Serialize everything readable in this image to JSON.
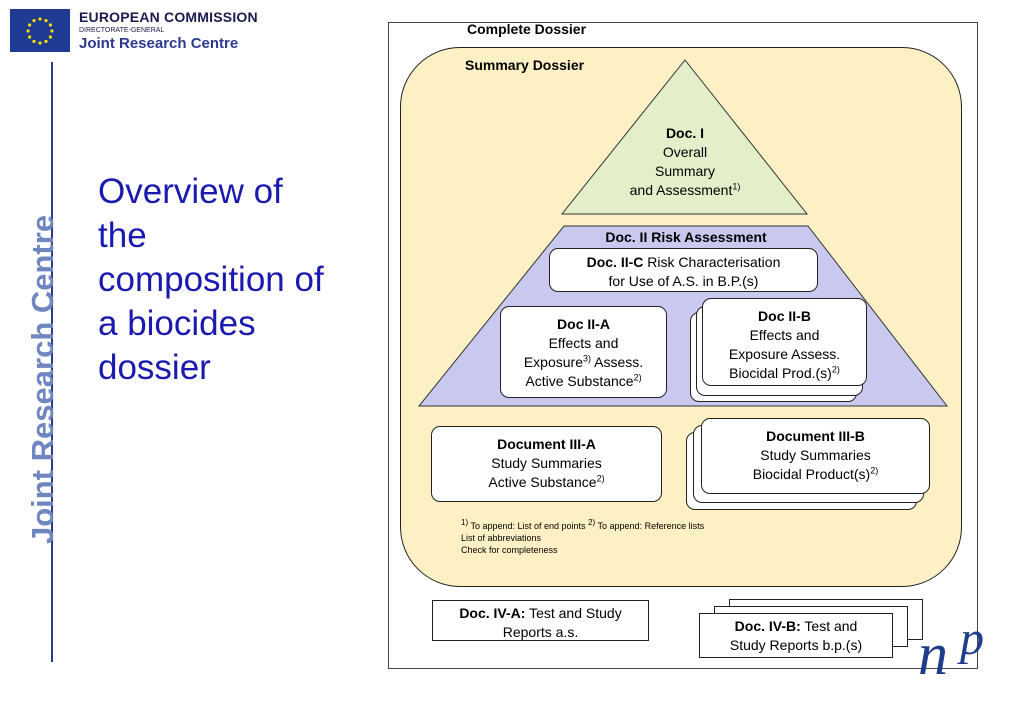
{
  "header": {
    "org": "EUROPEAN COMMISSION",
    "directorate": "DIRECTORATE-GENERAL",
    "centre": "Joint Research Centre"
  },
  "sidebar": {
    "vertical_text": "Joint Research Centre"
  },
  "slide_title": "Overview of the composition of a biocides dossier",
  "diagram": {
    "complete_dossier": "Complete Dossier",
    "summary_dossier": "Summary Dossier",
    "doc_i": {
      "title": "Doc. I",
      "line1": "Overall",
      "line2": "Summary",
      "line3": "and Assessment",
      "sup": "1)"
    },
    "doc_ii_title": "Doc. II Risk Assessment",
    "doc_ii_c": {
      "bold": "Doc. II-C",
      "rest": " Risk Characterisation",
      "line2": "for Use of A.S. in B.P.(s)"
    },
    "doc_ii_a": {
      "title": "Doc II-A",
      "line1": "Effects and",
      "line2a": "Exposure",
      "sup2": "3)",
      "line2b": " Assess.",
      "line3": "Active Substance",
      "sup3": "2)"
    },
    "doc_ii_b": {
      "title": "Doc II-B",
      "line1": "Effects and",
      "line2": "Exposure Assess.",
      "line3": "Biocidal Prod.(s)",
      "sup3": "2)"
    },
    "doc_iii_a": {
      "title": "Document III-A",
      "line1": "Study Summaries",
      "line2": "Active Substance",
      "sup2": "2)"
    },
    "doc_iii_b": {
      "title": "Document III-B",
      "line1": "Study Summaries",
      "line2": "Biocidal Product(s)",
      "sup2": "2)"
    },
    "footnotes": {
      "sup1": "1)",
      "note1": " To append: List of end points ",
      "sup2": "2)",
      "note2": " To append: Reference lists",
      "line2": "List of abbreviations",
      "line3": "Check for completeness"
    },
    "doc_iv_a": {
      "bold": "Doc. IV-A:",
      "rest": " Test and Study",
      "line2": "Reports a.s."
    },
    "doc_iv_b": {
      "bold": "Doc. IV-B:",
      "rest": " Test and",
      "line2": "Study Reports b.p.(s)"
    }
  },
  "logo": "jrc",
  "colors": {
    "title_blue": "#1a1ab0",
    "triangle_green": "#e2efc9",
    "trapezoid_lavender": "#c9c9f0",
    "summary_fill": "#fdf0c4",
    "jrc_blue": "#2b3a8f"
  }
}
